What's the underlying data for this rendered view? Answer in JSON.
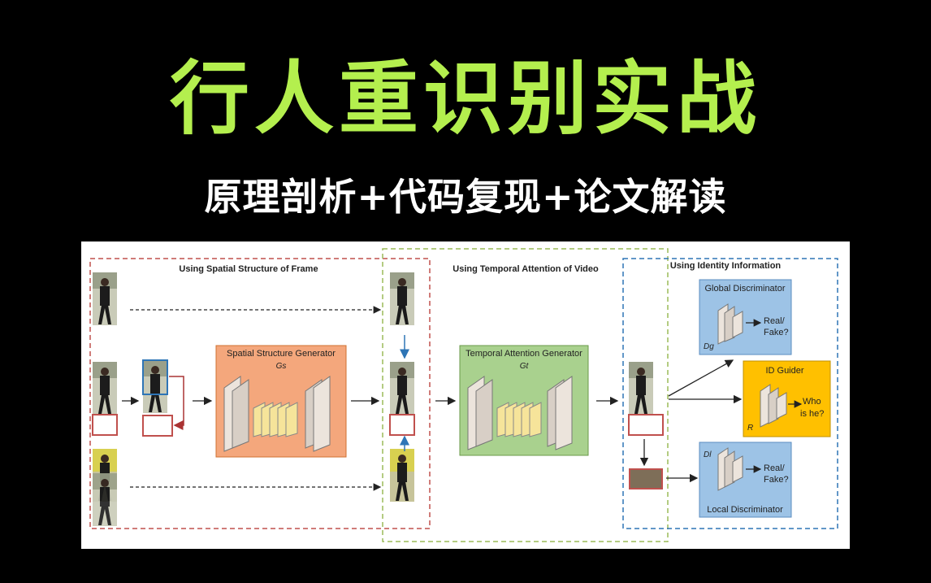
{
  "title": "行人重识别实战",
  "subtitle": "原理剖析+代码复现+论文解读",
  "diagram": {
    "section_spatial": "Using Spatial Structure of Frame",
    "section_temporal": "Using Temporal Attention of Video",
    "section_identity": "Using Identity Information",
    "spatial_generator": "Spatial Structure Generator",
    "spatial_symbol": "Gs",
    "temporal_generator": "Temporal Attention Generator",
    "temporal_symbol": "Gt",
    "global_discriminator": "Global Discriminator",
    "global_symbol": "Dg",
    "id_guider": "ID Guider",
    "id_symbol": "R",
    "local_discriminator": "Local Discriminator",
    "local_symbol": "Dl",
    "real_fake_1": "Real/",
    "real_fake_2": "Fake?",
    "who_1": "Who",
    "who_2": "is he?",
    "colors": {
      "spatial_border": "#c0504d",
      "temporal_border": "#9bbb59",
      "identity_border": "#2e75b6",
      "spatial_fill": "#f4a77c",
      "temporal_fill": "#a9d18e",
      "disc_fill": "#9dc3e6",
      "guider_fill": "#ffc000"
    }
  }
}
